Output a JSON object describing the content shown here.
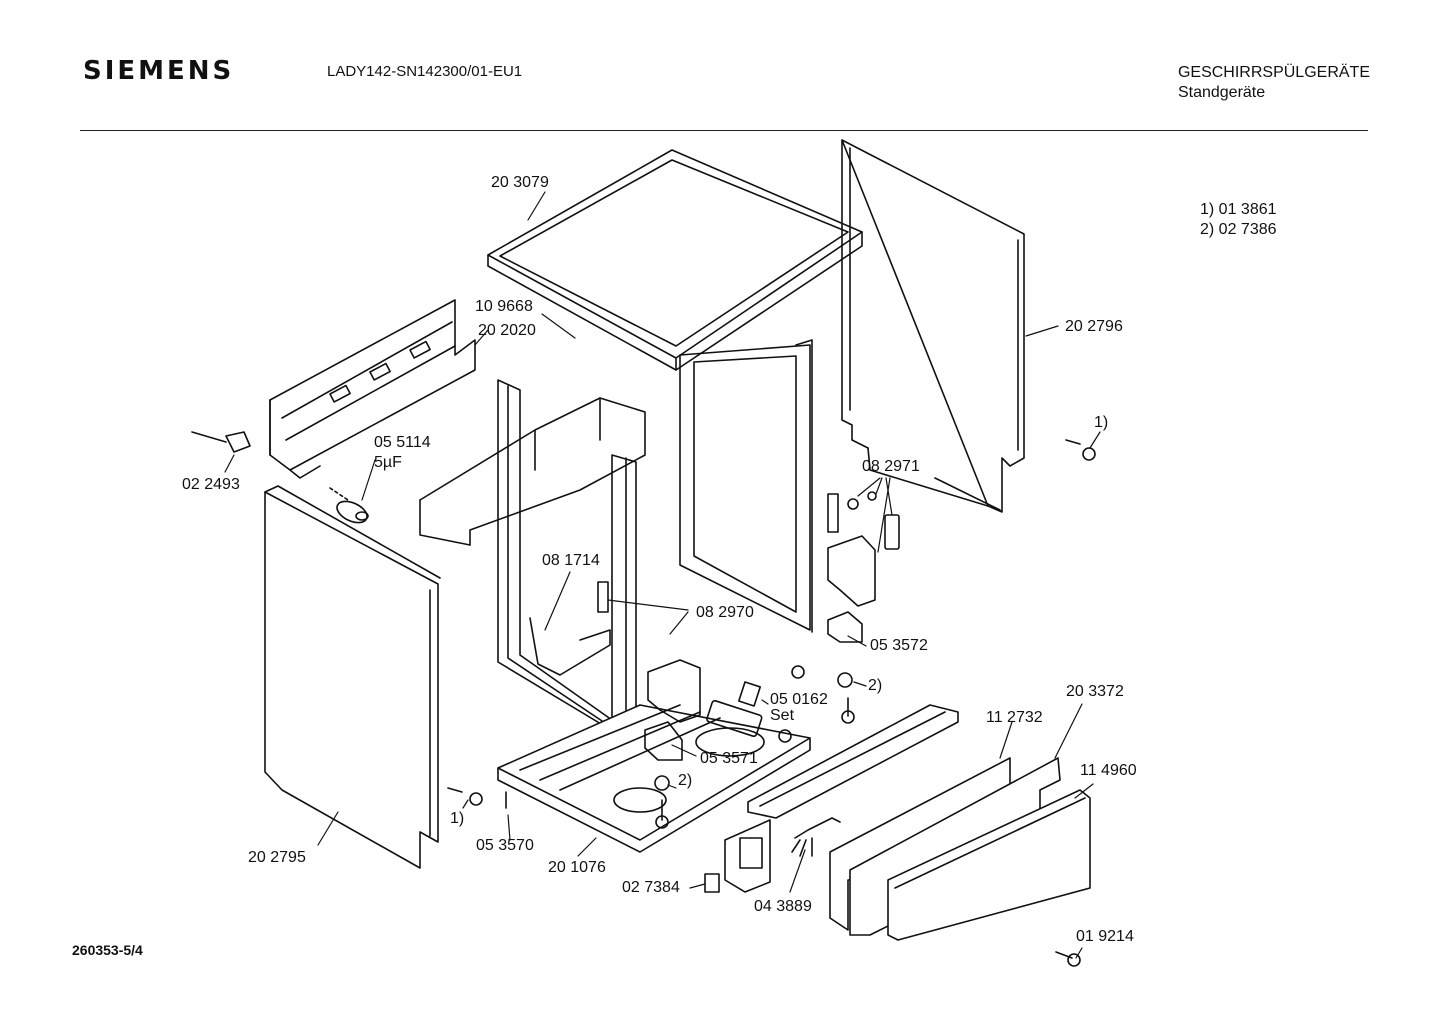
{
  "header": {
    "brand": "SIEMENS",
    "model": "LADY142-SN142300/01-EU1",
    "category_line1": "GESCHIRRSPÜLGERÄTE",
    "category_line2": "Standgeräte"
  },
  "footnotes": [
    "1) 01 3861",
    "2) 02 7386"
  ],
  "document_number": "260353-5/4",
  "part_labels": {
    "top_panel": "20 3079",
    "top_bracket": "10 9668",
    "rear_rail": "20 2020",
    "right_panel": "20 2796",
    "capacitor": "05 5114",
    "capacitor_value": "5µF",
    "hinge_screw": "02 2493",
    "note_1_right": "1)",
    "hinge_set_right": "08 2971",
    "left_bracket": "08 1714",
    "hinge_set_left": "08 2970",
    "hinge_part_right": "05 3572",
    "hinge_part_left": "05 3571",
    "fixing_set": "05 0162",
    "fixing_set_suffix": "Set",
    "note_2_upper": "2)",
    "note_2_lower": "2)",
    "note_1_left": "1)",
    "left_panel": "20 2795",
    "foot_screw": "05 3570",
    "base": "20 1076",
    "rail_right": "11 2732",
    "plinth": "20 3372",
    "plinth_cover": "11 4960",
    "cable_clip": "02 7384",
    "cable": "04 3889",
    "plinth_screw": "01 9214"
  }
}
